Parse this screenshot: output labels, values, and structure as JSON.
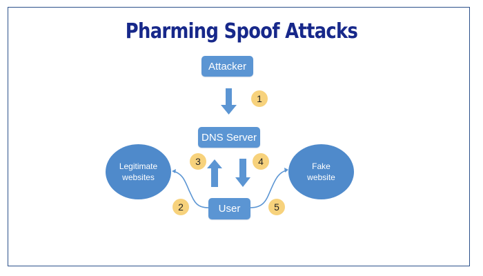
{
  "title": "Pharming Spoof Attacks",
  "colors": {
    "title": "#17288a",
    "node": "#5b95d3",
    "badge": "#f7d27c",
    "frame": "#2a4f8a"
  },
  "nodes": {
    "attacker": "Attacker",
    "dns_server": "DNS Server",
    "user": "User",
    "legitimate": [
      "Legitimate",
      "websites"
    ],
    "fake": [
      "Fake",
      "website"
    ]
  },
  "steps": [
    {
      "number": "1",
      "description": "Attacker to DNS Server"
    },
    {
      "number": "2",
      "description": "User to Legitimate websites"
    },
    {
      "number": "3",
      "description": "User to DNS Server"
    },
    {
      "number": "4",
      "description": "DNS Server to User"
    },
    {
      "number": "5",
      "description": "User to Fake website"
    }
  ]
}
